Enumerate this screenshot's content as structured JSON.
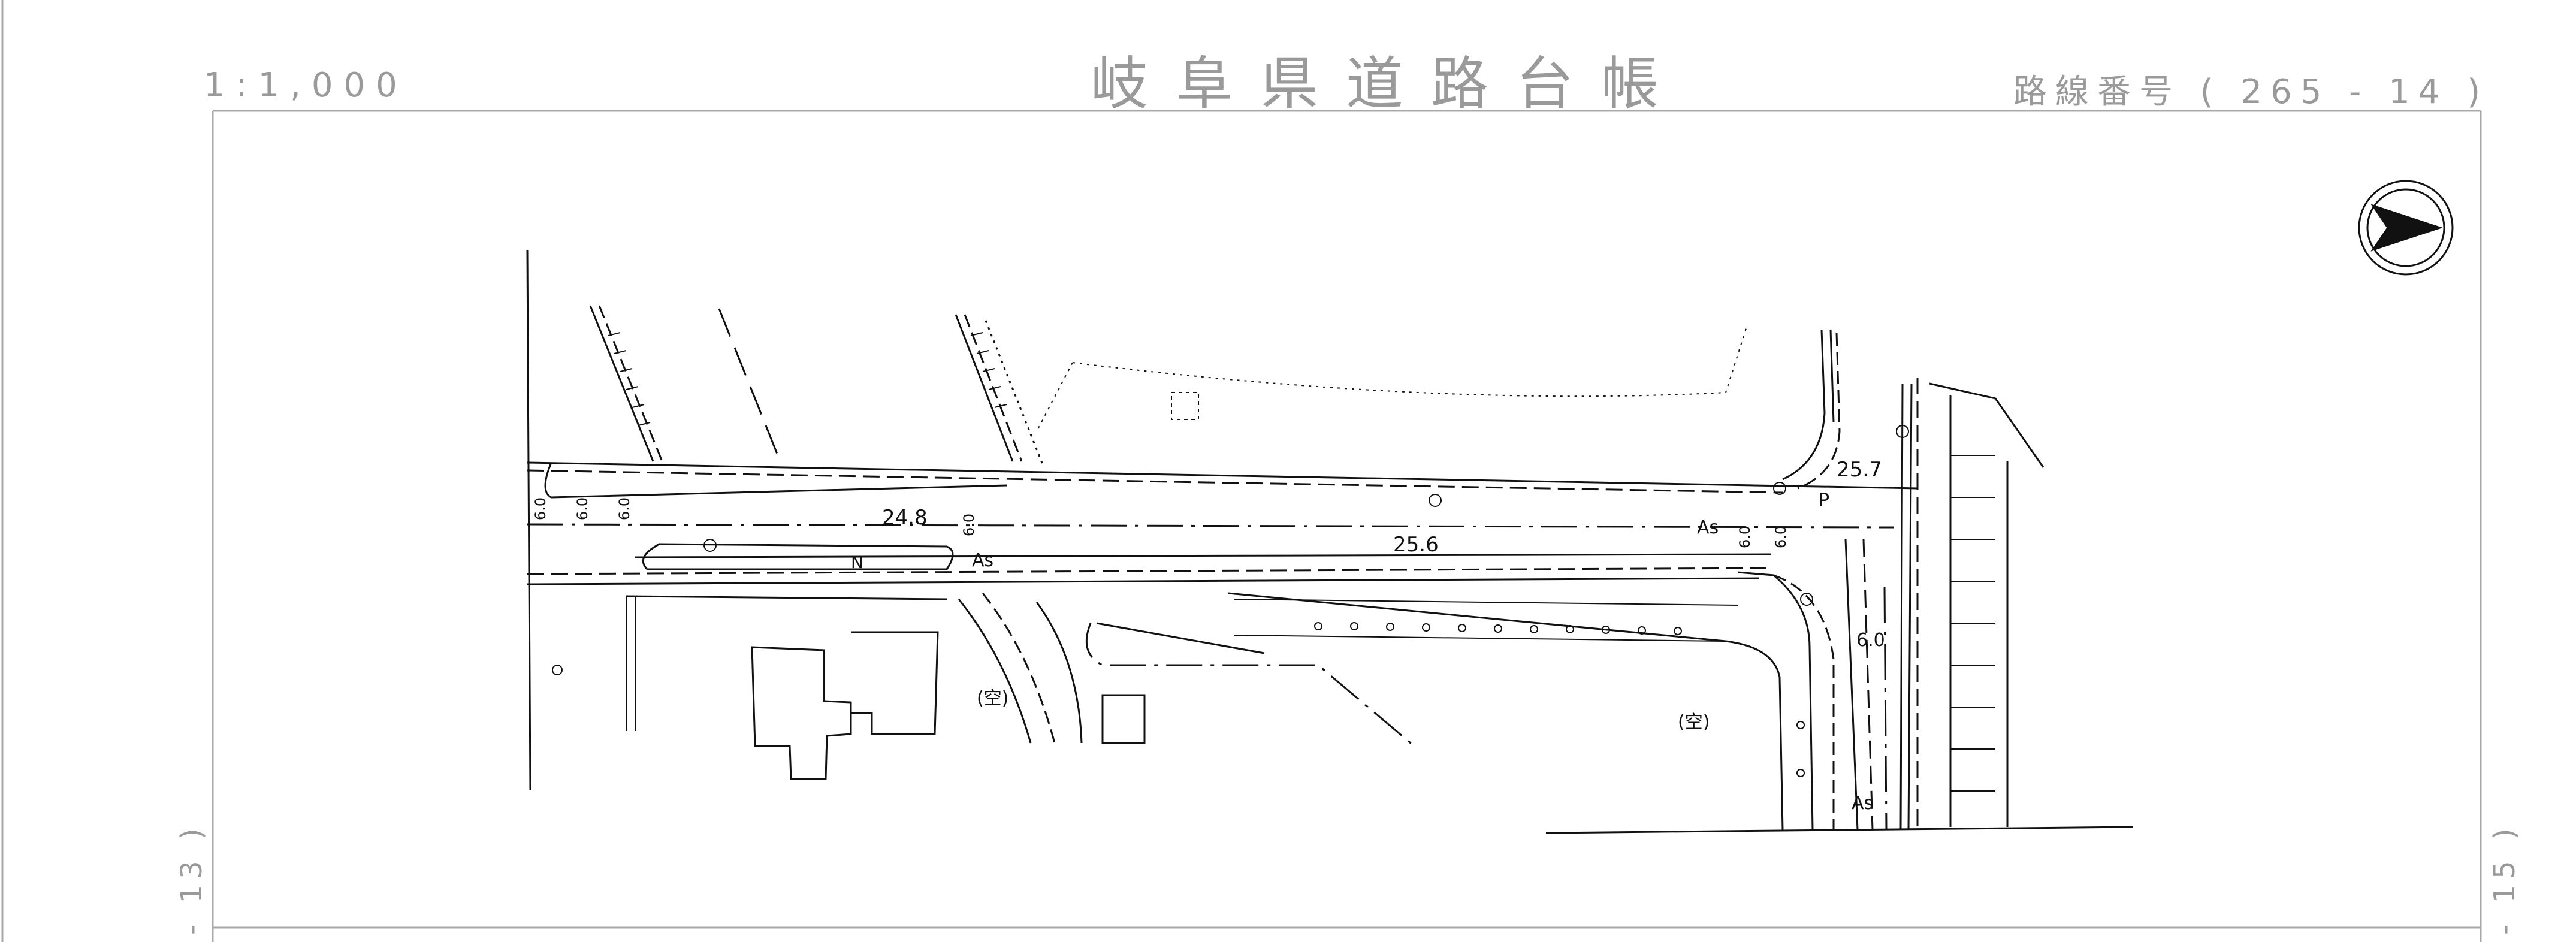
{
  "header": {
    "scale": "1:1,000",
    "title": "岐阜県道路台帳",
    "route": "路線番号 ( 265 - 14 )"
  },
  "sheet_refs": {
    "left": "- 13 )",
    "right": "- 15 )"
  },
  "map": {
    "north_arrow_icon": "north-arrow-icon",
    "dimension_labels": [
      "24.8",
      "25.6",
      "25.7",
      "6.0"
    ],
    "width_marks": [
      "6.0",
      "6.0",
      "6.0",
      "6.0",
      "6.0",
      "6.0"
    ],
    "surface_labels": [
      "As",
      "As",
      "As"
    ],
    "symbols": [
      "N",
      "P",
      "(空)",
      "(空)"
    ]
  }
}
